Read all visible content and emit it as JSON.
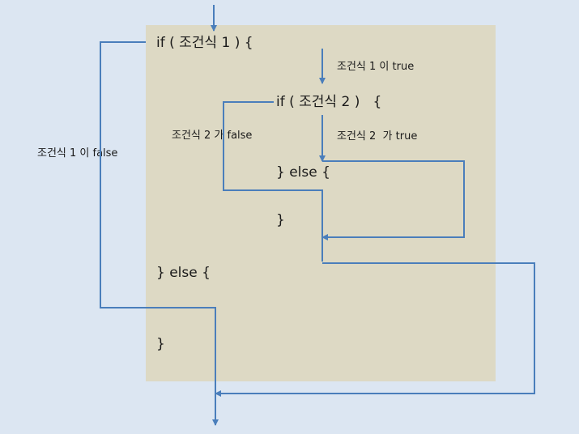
{
  "code": {
    "outer_if": "if ( 조건식 1 ) {",
    "inner_if": "if ( 조건식 2 )   {",
    "inner_else": "} else {",
    "inner_close": "}",
    "outer_else": "} else {",
    "outer_close": "}"
  },
  "labels": {
    "cond1_true": "조건식 1 이 true",
    "cond2_true": "조건식 2  가 true",
    "cond2_false": "조건식 2 가 false",
    "cond1_false": "조건식 1 이 false"
  },
  "colors": {
    "background": "#dce6f2",
    "code_box": "#ddd9c4",
    "arrow": "#4a7ebb"
  }
}
